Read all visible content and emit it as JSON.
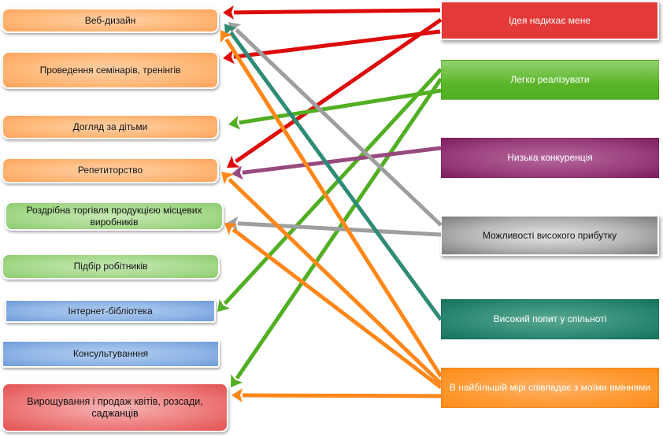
{
  "diagram": {
    "left_items": [
      {
        "id": "web",
        "label": "Веб-дизайн",
        "color": "orange"
      },
      {
        "id": "seminars",
        "label": "Проведення семінарів, тренінгів",
        "color": "orange"
      },
      {
        "id": "childcare",
        "label": "Догляд за дітьми",
        "color": "orange"
      },
      {
        "id": "tutoring",
        "label": "Репетиторство",
        "color": "orange"
      },
      {
        "id": "retail",
        "label": "Роздрібна торгівля продукцією місцевих виробників",
        "color": "green"
      },
      {
        "id": "recruiting",
        "label": "Підбір робітників",
        "color": "green"
      },
      {
        "id": "elibrary",
        "label": "Інтернет-бібліотека",
        "color": "blue"
      },
      {
        "id": "consulting",
        "label": "Консультуванння",
        "color": "blue"
      },
      {
        "id": "flowers",
        "label": "Вирощування і продаж квітів, розсади, саджанців",
        "color": "red"
      }
    ],
    "right_items": [
      {
        "id": "inspires",
        "label": "Ідея надихає мене",
        "color": "#e33a38"
      },
      {
        "id": "easy",
        "label": "Легко реалізувати",
        "color": "#5bb52a"
      },
      {
        "id": "lowcomp",
        "label": "Низька конкуренція",
        "color": "#9b3f7d"
      },
      {
        "id": "profit",
        "label": "Можливості високого прибутку",
        "color": "#9a9a9a"
      },
      {
        "id": "demand",
        "label": "Високий попит у спільноті",
        "color": "#2f8a73"
      },
      {
        "id": "skills",
        "label": "В найбільшій мірі співпадає з моїми вміннями",
        "color": "#ff8c1a"
      }
    ],
    "connections": [
      {
        "from": "inspires",
        "to": "web",
        "color": "#dd0a0a"
      },
      {
        "from": "inspires",
        "to": "seminars",
        "color": "#dd0a0a"
      },
      {
        "from": "inspires",
        "to": "tutoring",
        "color": "#dd0a0a"
      },
      {
        "from": "easy",
        "to": "childcare",
        "color": "#52ae22"
      },
      {
        "from": "easy",
        "to": "elibrary",
        "color": "#52ae22"
      },
      {
        "from": "easy",
        "to": "flowers",
        "color": "#52ae22"
      },
      {
        "from": "lowcomp",
        "to": "tutoring",
        "color": "#974a7e"
      },
      {
        "from": "profit",
        "to": "web",
        "color": "#9e9e9e"
      },
      {
        "from": "profit",
        "to": "retail",
        "color": "#9e9e9e"
      },
      {
        "from": "demand",
        "to": "web",
        "color": "#2e8b76"
      },
      {
        "from": "skills",
        "to": "web",
        "color": "#ff8719"
      },
      {
        "from": "skills",
        "to": "tutoring",
        "color": "#ff8719"
      },
      {
        "from": "skills",
        "to": "retail",
        "color": "#ff8719"
      },
      {
        "from": "skills",
        "to": "flowers",
        "color": "#ff8719"
      }
    ]
  }
}
